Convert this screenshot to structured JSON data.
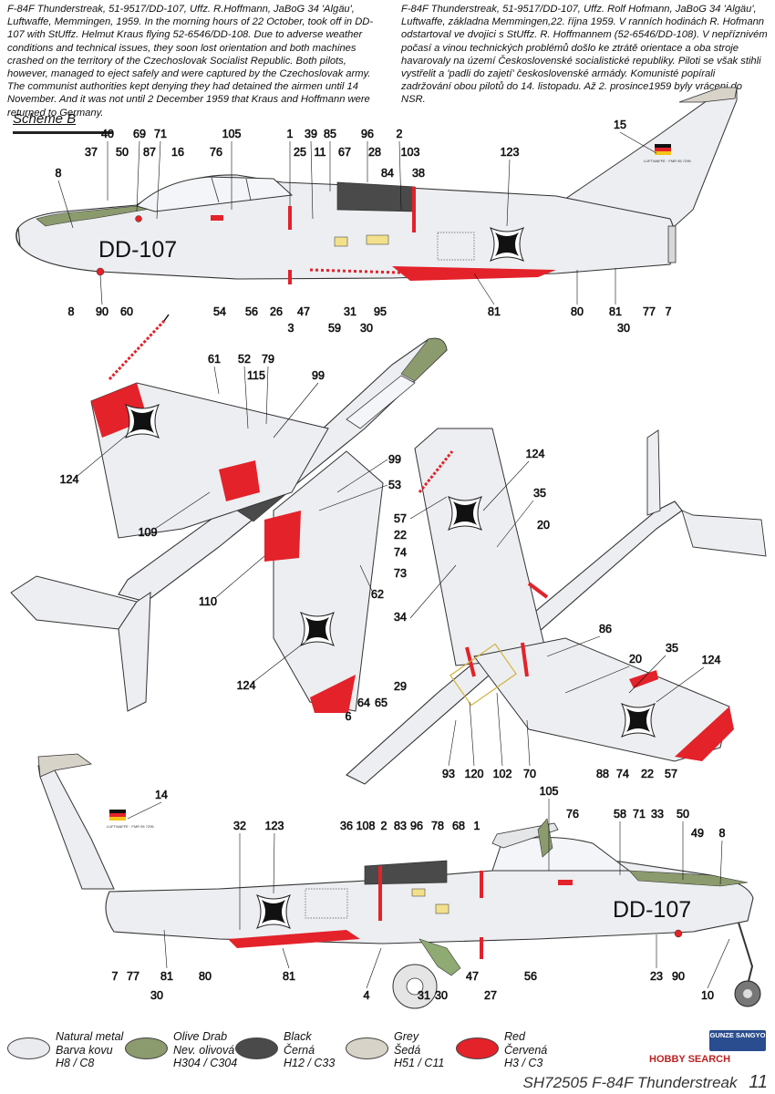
{
  "description_en": "F-84F Thunderstreak, 51-9517/DD-107, Uffz. R.Hoffmann, JaBoG 34 'Algäu', Luftwaffe, Memmingen, 1959. In the morning hours of 22 October, took off in DD-107 with StUffz. Helmut Kraus flying 52-6546/DD-108. Due to adverse weather conditions and technical issues, they soon lost orientation and both machines crashed on the territory of the Czechoslovak Socialist Republic. Both pilots, however, managed to eject safely and were captured by the Czechoslovak army. The communist authorities kept denying they had detained the airmen until 14 November. And it was not until 2 December 1959 that Kraus and Hoffmann were returned to Germany.",
  "description_cz": "F-84F Thunderstreak, 51-9517/DD-107, Uffz. Rolf Hofmann, JaBoG 34 'Algäu', Luftwaffe, základna Memmingen,22. října 1959. V ranních hodinách R. Hofmann odstartoval ve dvojici s StUffz. R. Hoffmannem (52-6546/DD-108). V nepříznivém počasí a vinou technických problémů došlo ke ztrátě orientace a oba stroje havarovaly na území Československé socialistické republiky. Piloti se však stihli vystřelit a 'padli do zajetí' československé armády. Komunisté popírali zadržování obou pilotů do 14. listopadu. Až 2. prosince1959 byly vráceni do NSR.",
  "scheme_label": "Scheme B",
  "registration": "DD-107",
  "tail_serial_text": "LUFTWAFFE · FMR 95 7295",
  "colors": {
    "natural_metal": "#e9ebef",
    "olive_drab": "#8c9b6e",
    "black": "#4a4a4a",
    "grey": "#d8d3c8",
    "red": "#e3222a"
  },
  "callouts": {
    "top_side": [
      "40",
      "69",
      "71",
      "105",
      "1",
      "39",
      "85",
      "96",
      "2",
      "37",
      "50",
      "87",
      "16",
      "76",
      "25",
      "11",
      "67",
      "28",
      "103",
      "123",
      "15",
      "84",
      "38",
      "8",
      "8",
      "90",
      "60",
      "54",
      "56",
      "26",
      "47",
      "31",
      "95",
      "3",
      "59",
      "30",
      "81",
      "80",
      "81",
      "30",
      "77",
      "7"
    ],
    "top_wing_view": [
      "61",
      "52",
      "79",
      "115",
      "99",
      "124",
      "109",
      "99",
      "53",
      "110",
      "62",
      "124"
    ],
    "under_view": [
      "124",
      "35",
      "57",
      "22",
      "74",
      "73",
      "20",
      "34",
      "86",
      "20",
      "35",
      "124",
      "29",
      "64",
      "65",
      "6",
      "93",
      "120",
      "102",
      "70",
      "88",
      "74",
      "22",
      "57"
    ],
    "bottom_side": [
      "105",
      "76",
      "14",
      "32",
      "123",
      "36",
      "108",
      "2",
      "83",
      "96",
      "78",
      "68",
      "1",
      "58",
      "71",
      "33",
      "50",
      "49",
      "8",
      "7",
      "77",
      "81",
      "30",
      "80",
      "81",
      "4",
      "31",
      "30",
      "47",
      "27",
      "56",
      "23",
      "90",
      "10"
    ]
  },
  "legend": [
    {
      "en": "Natural metal",
      "cz": "Barva kovu",
      "code": "H8 / C8",
      "color_key": "natural_metal"
    },
    {
      "en": "Olive Drab",
      "cz": "Nev. olivová",
      "code": "H304 / C304",
      "color_key": "olive_drab"
    },
    {
      "en": "Black",
      "cz": "Černá",
      "code": "H12 / C33",
      "color_key": "black"
    },
    {
      "en": "Grey",
      "cz": "Šedá",
      "code": "H51 / C11",
      "color_key": "grey"
    },
    {
      "en": "Red",
      "cz": "Červená",
      "code": "H3 / C3",
      "color_key": "red"
    }
  ],
  "brand_badge": "GUNZE SANGYO",
  "watermark": "HOBBY SEARCH",
  "footer_text": "SH72505  F-84F Thunderstreak",
  "page_number": "11"
}
